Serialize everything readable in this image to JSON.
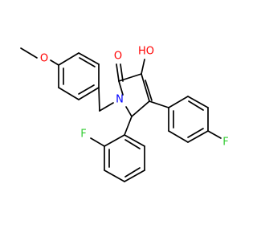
{
  "molecule": {
    "atoms": {
      "methoxy_o": "O",
      "carbonyl_o": "O",
      "hydroxyl": "HO",
      "ring_n": "N",
      "para_f": "F",
      "ortho_f": "F"
    },
    "colors": {
      "oxygen": "#ff0000",
      "nitrogen": "#0000ff",
      "fluorine": "#33cc33",
      "bond": "#000000"
    }
  }
}
